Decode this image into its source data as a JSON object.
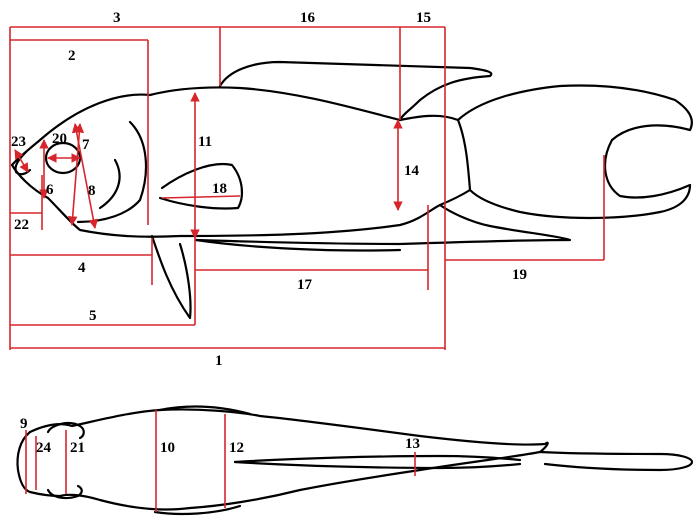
{
  "colors": {
    "outline": "#000000",
    "measurement": "#d6262c",
    "background": "#ffffff"
  },
  "labels": {
    "m1": "1",
    "m2": "2",
    "m3": "3",
    "m4": "4",
    "m5": "5",
    "m6": "6",
    "m7": "7",
    "m8": "8",
    "m9": "9",
    "m10": "10",
    "m11": "11",
    "m12": "12",
    "m13": "13",
    "m14": "14",
    "m15": "15",
    "m16": "16",
    "m17": "17",
    "m18": "18",
    "m19": "19",
    "m20": "20",
    "m21": "21",
    "m22": "22",
    "m23": "23",
    "m24": "24"
  }
}
